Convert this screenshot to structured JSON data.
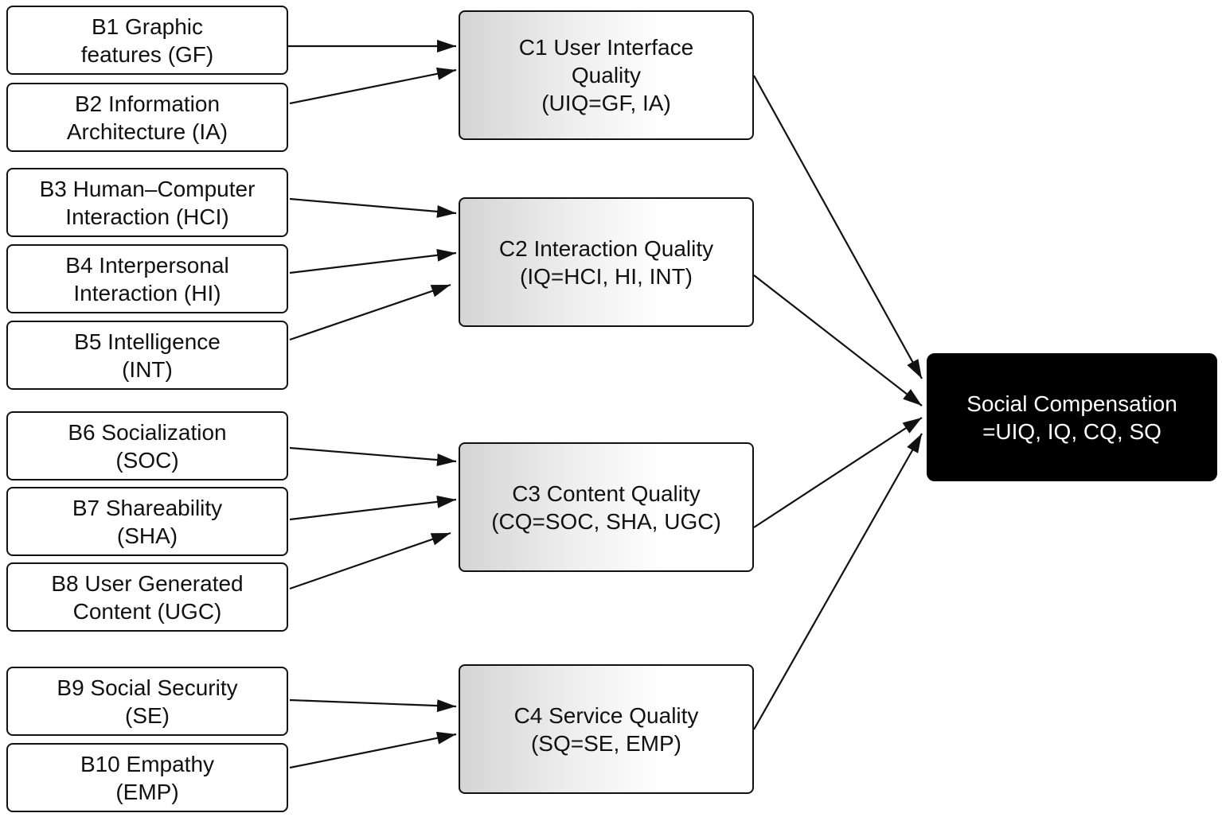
{
  "factors": [
    {
      "id": "B1",
      "line1": "B1 Graphic",
      "line2": "features (GF)"
    },
    {
      "id": "B2",
      "line1": "B2 Information",
      "line2": "Architecture (IA)"
    },
    {
      "id": "B3",
      "line1": "B3 Human–Computer",
      "line2": "Interaction (HCI)"
    },
    {
      "id": "B4",
      "line1": "B4 Interpersonal",
      "line2": "Interaction (HI)"
    },
    {
      "id": "B5",
      "line1": "B5 Intelligence",
      "line2": "(INT)"
    },
    {
      "id": "B6",
      "line1": "B6 Socialization",
      "line2": "(SOC)"
    },
    {
      "id": "B7",
      "line1": "B7 Shareability",
      "line2": "(SHA)"
    },
    {
      "id": "B8",
      "line1": "B8 User Generated",
      "line2": "Content (UGC)"
    },
    {
      "id": "B9",
      "line1": "B9 Social Security",
      "line2": "(SE)"
    },
    {
      "id": "B10",
      "line1": "B10 Empathy",
      "line2": "(EMP)"
    }
  ],
  "dimensions": [
    {
      "id": "C1",
      "lines": [
        "C1 User Interface",
        "Quality",
        "(UIQ=GF, IA)"
      ]
    },
    {
      "id": "C2",
      "lines": [
        "C2 Interaction Quality",
        "(IQ=HCI, HI, INT)"
      ]
    },
    {
      "id": "C3",
      "lines": [
        "C3 Content Quality",
        "(CQ=SOC, SHA, UGC)"
      ]
    },
    {
      "id": "C4",
      "lines": [
        "C4 Service Quality",
        "(SQ=SE, EMP)"
      ]
    }
  ],
  "outcome": {
    "line1": "Social Compensation",
    "line2": "=UIQ,  IQ,  CQ,  SQ"
  },
  "links": [
    {
      "from": "B1",
      "to": "C1"
    },
    {
      "from": "B2",
      "to": "C1"
    },
    {
      "from": "B3",
      "to": "C2"
    },
    {
      "from": "B4",
      "to": "C2"
    },
    {
      "from": "B5",
      "to": "C2"
    },
    {
      "from": "B6",
      "to": "C3"
    },
    {
      "from": "B7",
      "to": "C3"
    },
    {
      "from": "B8",
      "to": "C3"
    },
    {
      "from": "B9",
      "to": "C4"
    },
    {
      "from": "B10",
      "to": "C4"
    },
    {
      "from": "C1",
      "to": "SC"
    },
    {
      "from": "C2",
      "to": "SC"
    },
    {
      "from": "C3",
      "to": "SC"
    },
    {
      "from": "C4",
      "to": "SC"
    }
  ],
  "colors": {
    "outcome_fill": "#000000",
    "outcome_text": "#ffffff",
    "stroke": "#111111"
  }
}
